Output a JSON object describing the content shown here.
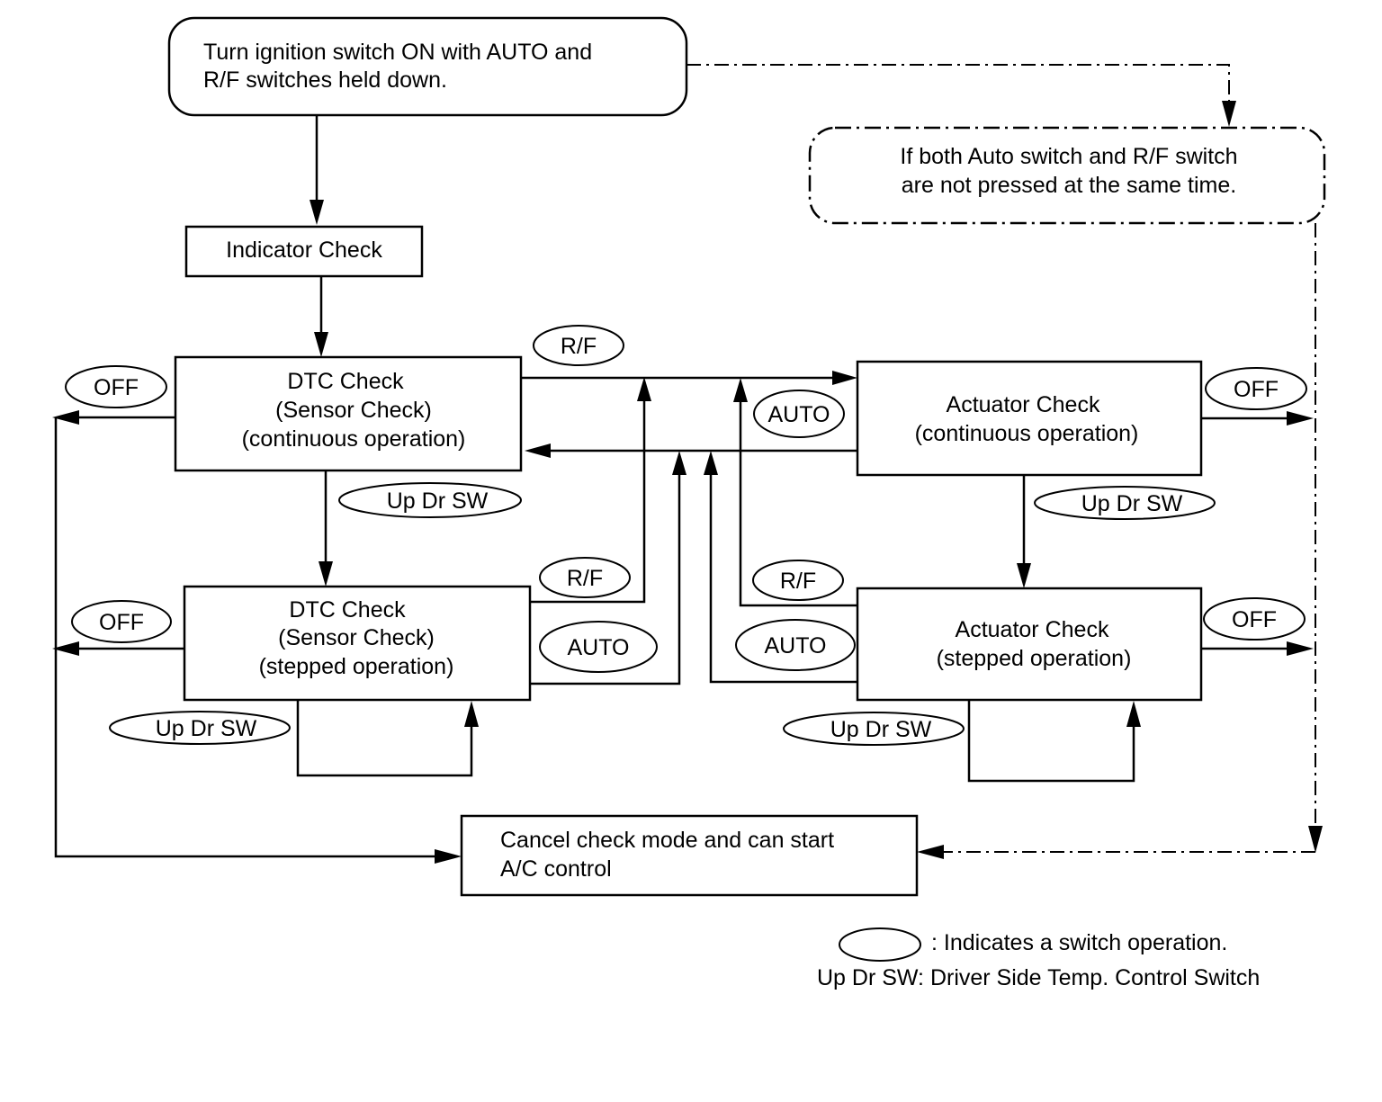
{
  "boxes": {
    "start": [
      "Turn ignition switch ON with AUTO and",
      "R/F switches held down."
    ],
    "not_pressed": [
      "If both Auto switch and R/F switch",
      "are not pressed at the same time."
    ],
    "indicator": "Indicator Check",
    "dtc_continuous": [
      "DTC Check",
      "(Sensor Check)",
      "(continuous operation)"
    ],
    "dtc_stepped": [
      "DTC Check",
      "(Sensor Check)",
      "(stepped operation)"
    ],
    "actuator_continuous": [
      "Actuator Check",
      "(continuous operation)"
    ],
    "actuator_stepped": [
      "Actuator Check",
      "(stepped operation)"
    ],
    "cancel": [
      "Cancel check mode and can start",
      "A/C control"
    ]
  },
  "switches": {
    "off": "OFF",
    "rf": "R/F",
    "auto": "AUTO",
    "updrsw": "Up Dr SW"
  },
  "legend": {
    "oval_meaning": ": Indicates a switch operation.",
    "abbreviation": "Up Dr SW: Driver Side Temp. Control Switch"
  }
}
